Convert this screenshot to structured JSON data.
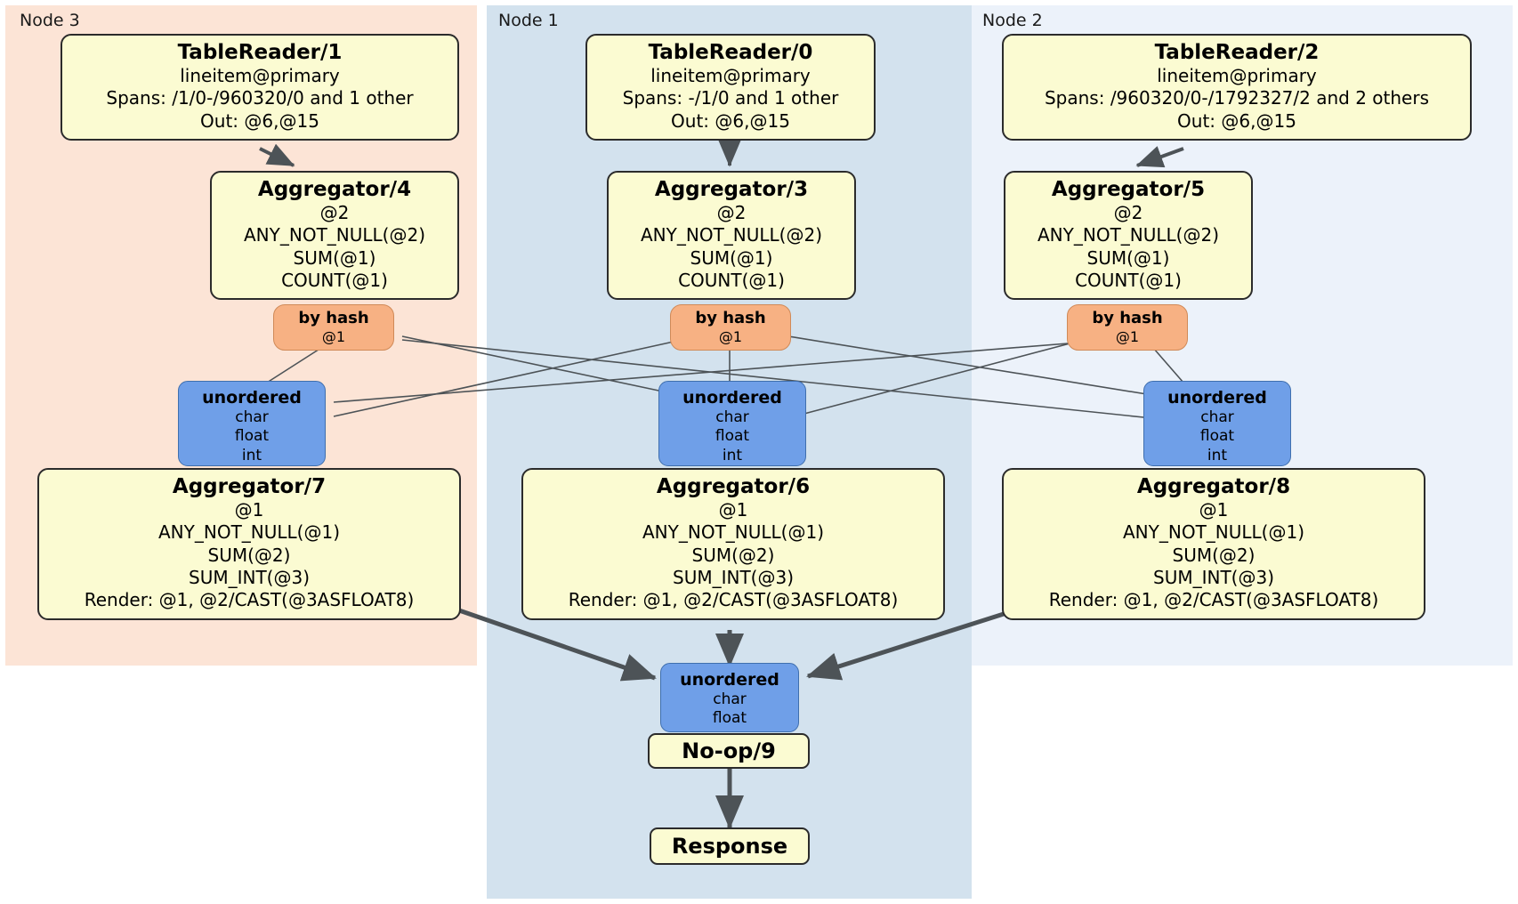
{
  "diagram": {
    "title": "Distributed query plan",
    "colors": {
      "node3_bg": "#fce4d6",
      "node1_bg": "#d3e2ee",
      "node2_bg": "#ecf2fa",
      "processor_fill": "#fbfbd2",
      "processor_stroke": "#2b2b2b",
      "router_fill": "#6f9fe8",
      "router_stroke": "#3f6fae",
      "hash_fill": "#f7b183",
      "edge_stroke": "#4d5357"
    }
  },
  "regions": [
    {
      "id": "node3",
      "label": "Node 3"
    },
    {
      "id": "node1",
      "label": "Node 1"
    },
    {
      "id": "node2",
      "label": "Node 2"
    }
  ],
  "processors": {
    "table_reader_1": {
      "title": "TableReader/1",
      "lines": [
        "lineitem@primary",
        "Spans: /1/0-/960320/0 and 1 other",
        "Out: @6,@15"
      ]
    },
    "table_reader_0": {
      "title": "TableReader/0",
      "lines": [
        "lineitem@primary",
        "Spans: -/1/0 and 1 other",
        "Out: @6,@15"
      ]
    },
    "table_reader_2": {
      "title": "TableReader/2",
      "lines": [
        "lineitem@primary",
        "Spans: /960320/0-/1792327/2 and 2 others",
        "Out: @6,@15"
      ]
    },
    "aggregator_4": {
      "title": "Aggregator/4",
      "lines": [
        "@2",
        "ANY_NOT_NULL(@2)",
        "SUM(@1)",
        "COUNT(@1)"
      ]
    },
    "aggregator_3": {
      "title": "Aggregator/3",
      "lines": [
        "@2",
        "ANY_NOT_NULL(@2)",
        "SUM(@1)",
        "COUNT(@1)"
      ]
    },
    "aggregator_5": {
      "title": "Aggregator/5",
      "lines": [
        "@2",
        "ANY_NOT_NULL(@2)",
        "SUM(@1)",
        "COUNT(@1)"
      ]
    },
    "aggregator_7": {
      "title": "Aggregator/7",
      "lines": [
        "@1",
        "ANY_NOT_NULL(@1)",
        "SUM(@2)",
        "SUM_INT(@3)",
        "Render: @1, @2/CAST(@3ASFLOAT8)"
      ]
    },
    "aggregator_6": {
      "title": "Aggregator/6",
      "lines": [
        "@1",
        "ANY_NOT_NULL(@1)",
        "SUM(@2)",
        "SUM_INT(@3)",
        "Render: @1, @2/CAST(@3ASFLOAT8)"
      ]
    },
    "aggregator_8": {
      "title": "Aggregator/8",
      "lines": [
        "@1",
        "ANY_NOT_NULL(@1)",
        "SUM(@2)",
        "SUM_INT(@3)",
        "Render: @1, @2/CAST(@3ASFLOAT8)"
      ]
    },
    "noop_9": {
      "title": "No-op/9",
      "lines": []
    },
    "response": {
      "title": "Response",
      "lines": []
    }
  },
  "hash_badges": {
    "hash_left": {
      "title": "by hash",
      "line": "@1"
    },
    "hash_middle": {
      "title": "by hash",
      "line": "@1"
    },
    "hash_right": {
      "title": "by hash",
      "line": "@1"
    }
  },
  "routers": {
    "unordered_left": {
      "title": "unordered",
      "lines": [
        "char",
        "float",
        "int"
      ]
    },
    "unordered_middle": {
      "title": "unordered",
      "lines": [
        "char",
        "float",
        "int"
      ]
    },
    "unordered_right": {
      "title": "unordered",
      "lines": [
        "char",
        "float",
        "int"
      ]
    },
    "unordered_final": {
      "title": "unordered",
      "lines": [
        "char",
        "float"
      ]
    }
  }
}
